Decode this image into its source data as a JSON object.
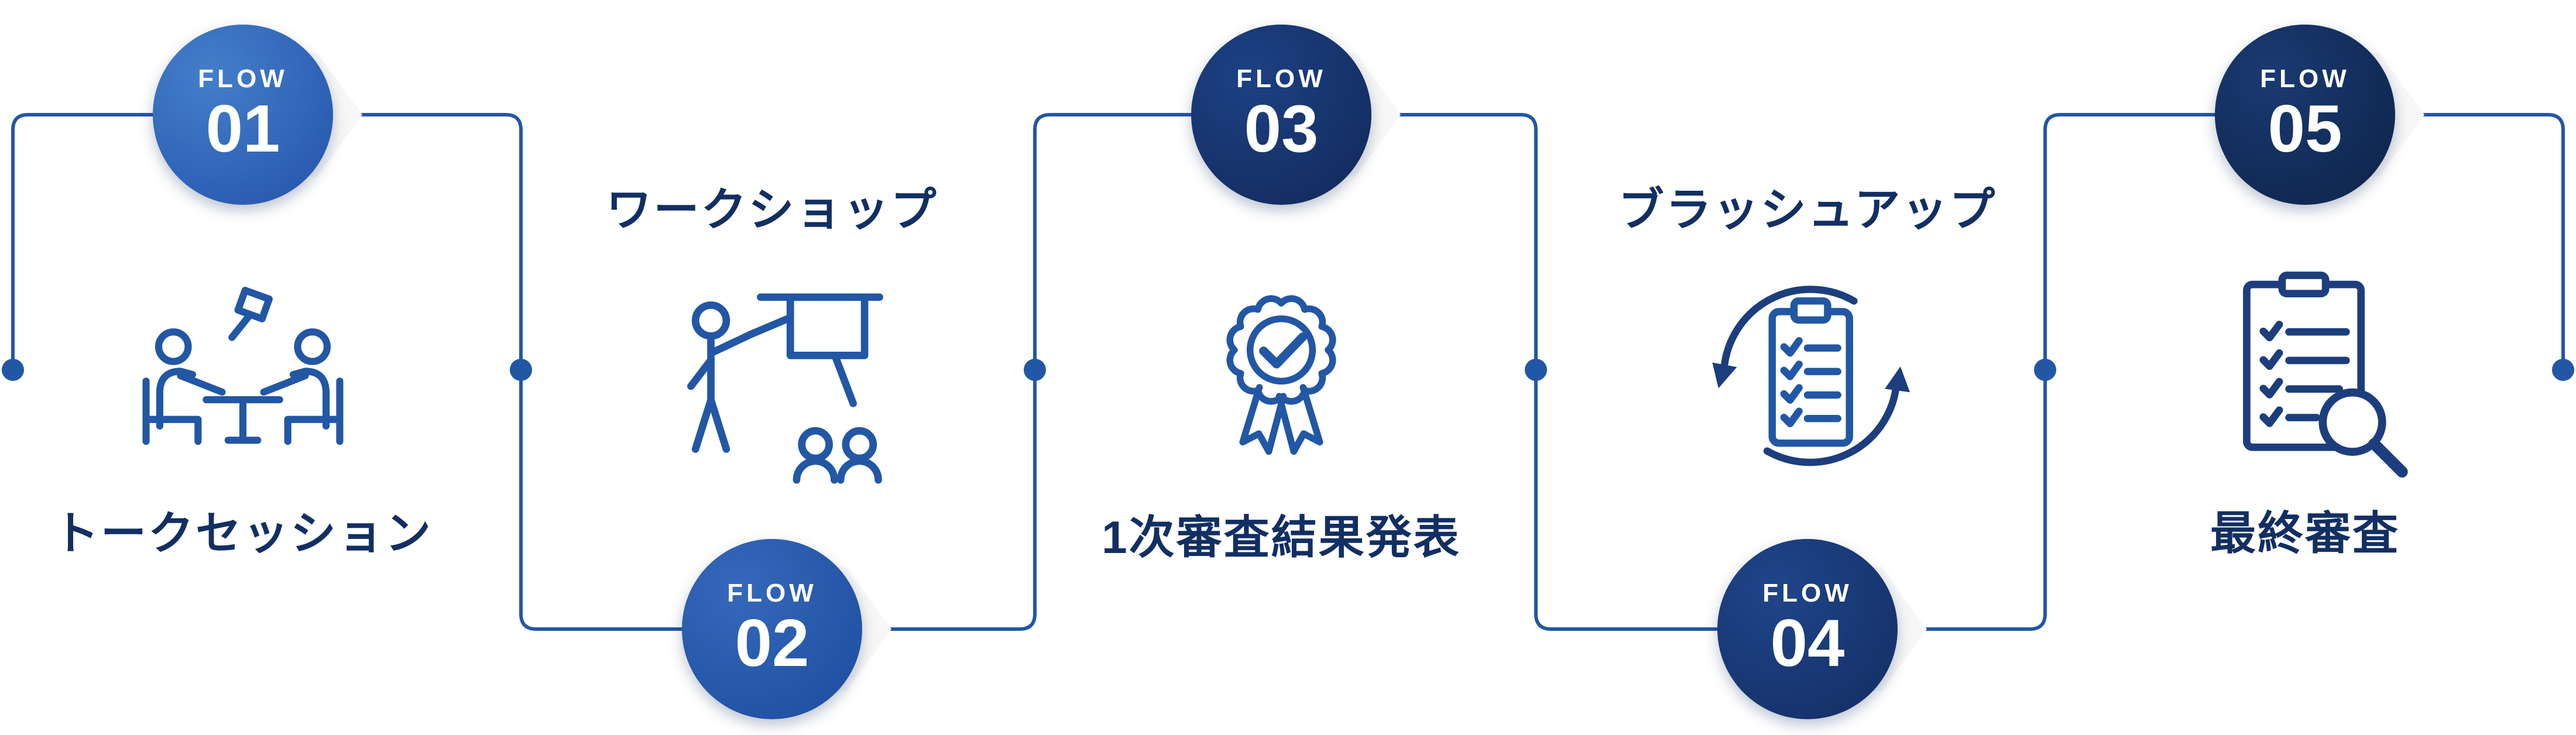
{
  "diagram": {
    "type": "process-flow",
    "language": "ja",
    "accent_color": "#2257a5",
    "dark_accent_color": "#1d3e7e",
    "label_color": "#122f63",
    "connector": {
      "color": "#2257a5",
      "dot_count": 6,
      "style": "zigzag-with-endpoint-dots"
    },
    "steps": [
      {
        "badge_label": "FLOW",
        "number": "01",
        "title": "トークセッション",
        "icon": "talk-session-icon",
        "badge_gradient": [
          "#447fca",
          "#2a5cb2"
        ],
        "badge_position": "top",
        "title_position": "below-icon"
      },
      {
        "badge_label": "FLOW",
        "number": "02",
        "title": "ワークショップ",
        "icon": "workshop-presentation-icon",
        "badge_gradient": [
          "#3568bb",
          "#2152a4"
        ],
        "badge_position": "bottom",
        "title_position": "above-icon"
      },
      {
        "badge_label": "FLOW",
        "number": "03",
        "title": "1次審査結果発表",
        "icon": "award-check-icon",
        "badge_gradient": [
          "#1d4184",
          "#142e62"
        ],
        "badge_position": "top",
        "title_position": "below-icon"
      },
      {
        "badge_label": "FLOW",
        "number": "04",
        "title": "ブラッシュアップ",
        "icon": "refresh-checklist-icon",
        "badge_gradient": [
          "#1f4589",
          "#16326b"
        ],
        "badge_position": "bottom",
        "title_position": "above-icon"
      },
      {
        "badge_label": "FLOW",
        "number": "05",
        "title": "最終審査",
        "icon": "checklist-magnifier-icon",
        "badge_gradient": [
          "#1a3a72",
          "#102851"
        ],
        "badge_position": "top",
        "title_position": "below-icon"
      }
    ]
  }
}
